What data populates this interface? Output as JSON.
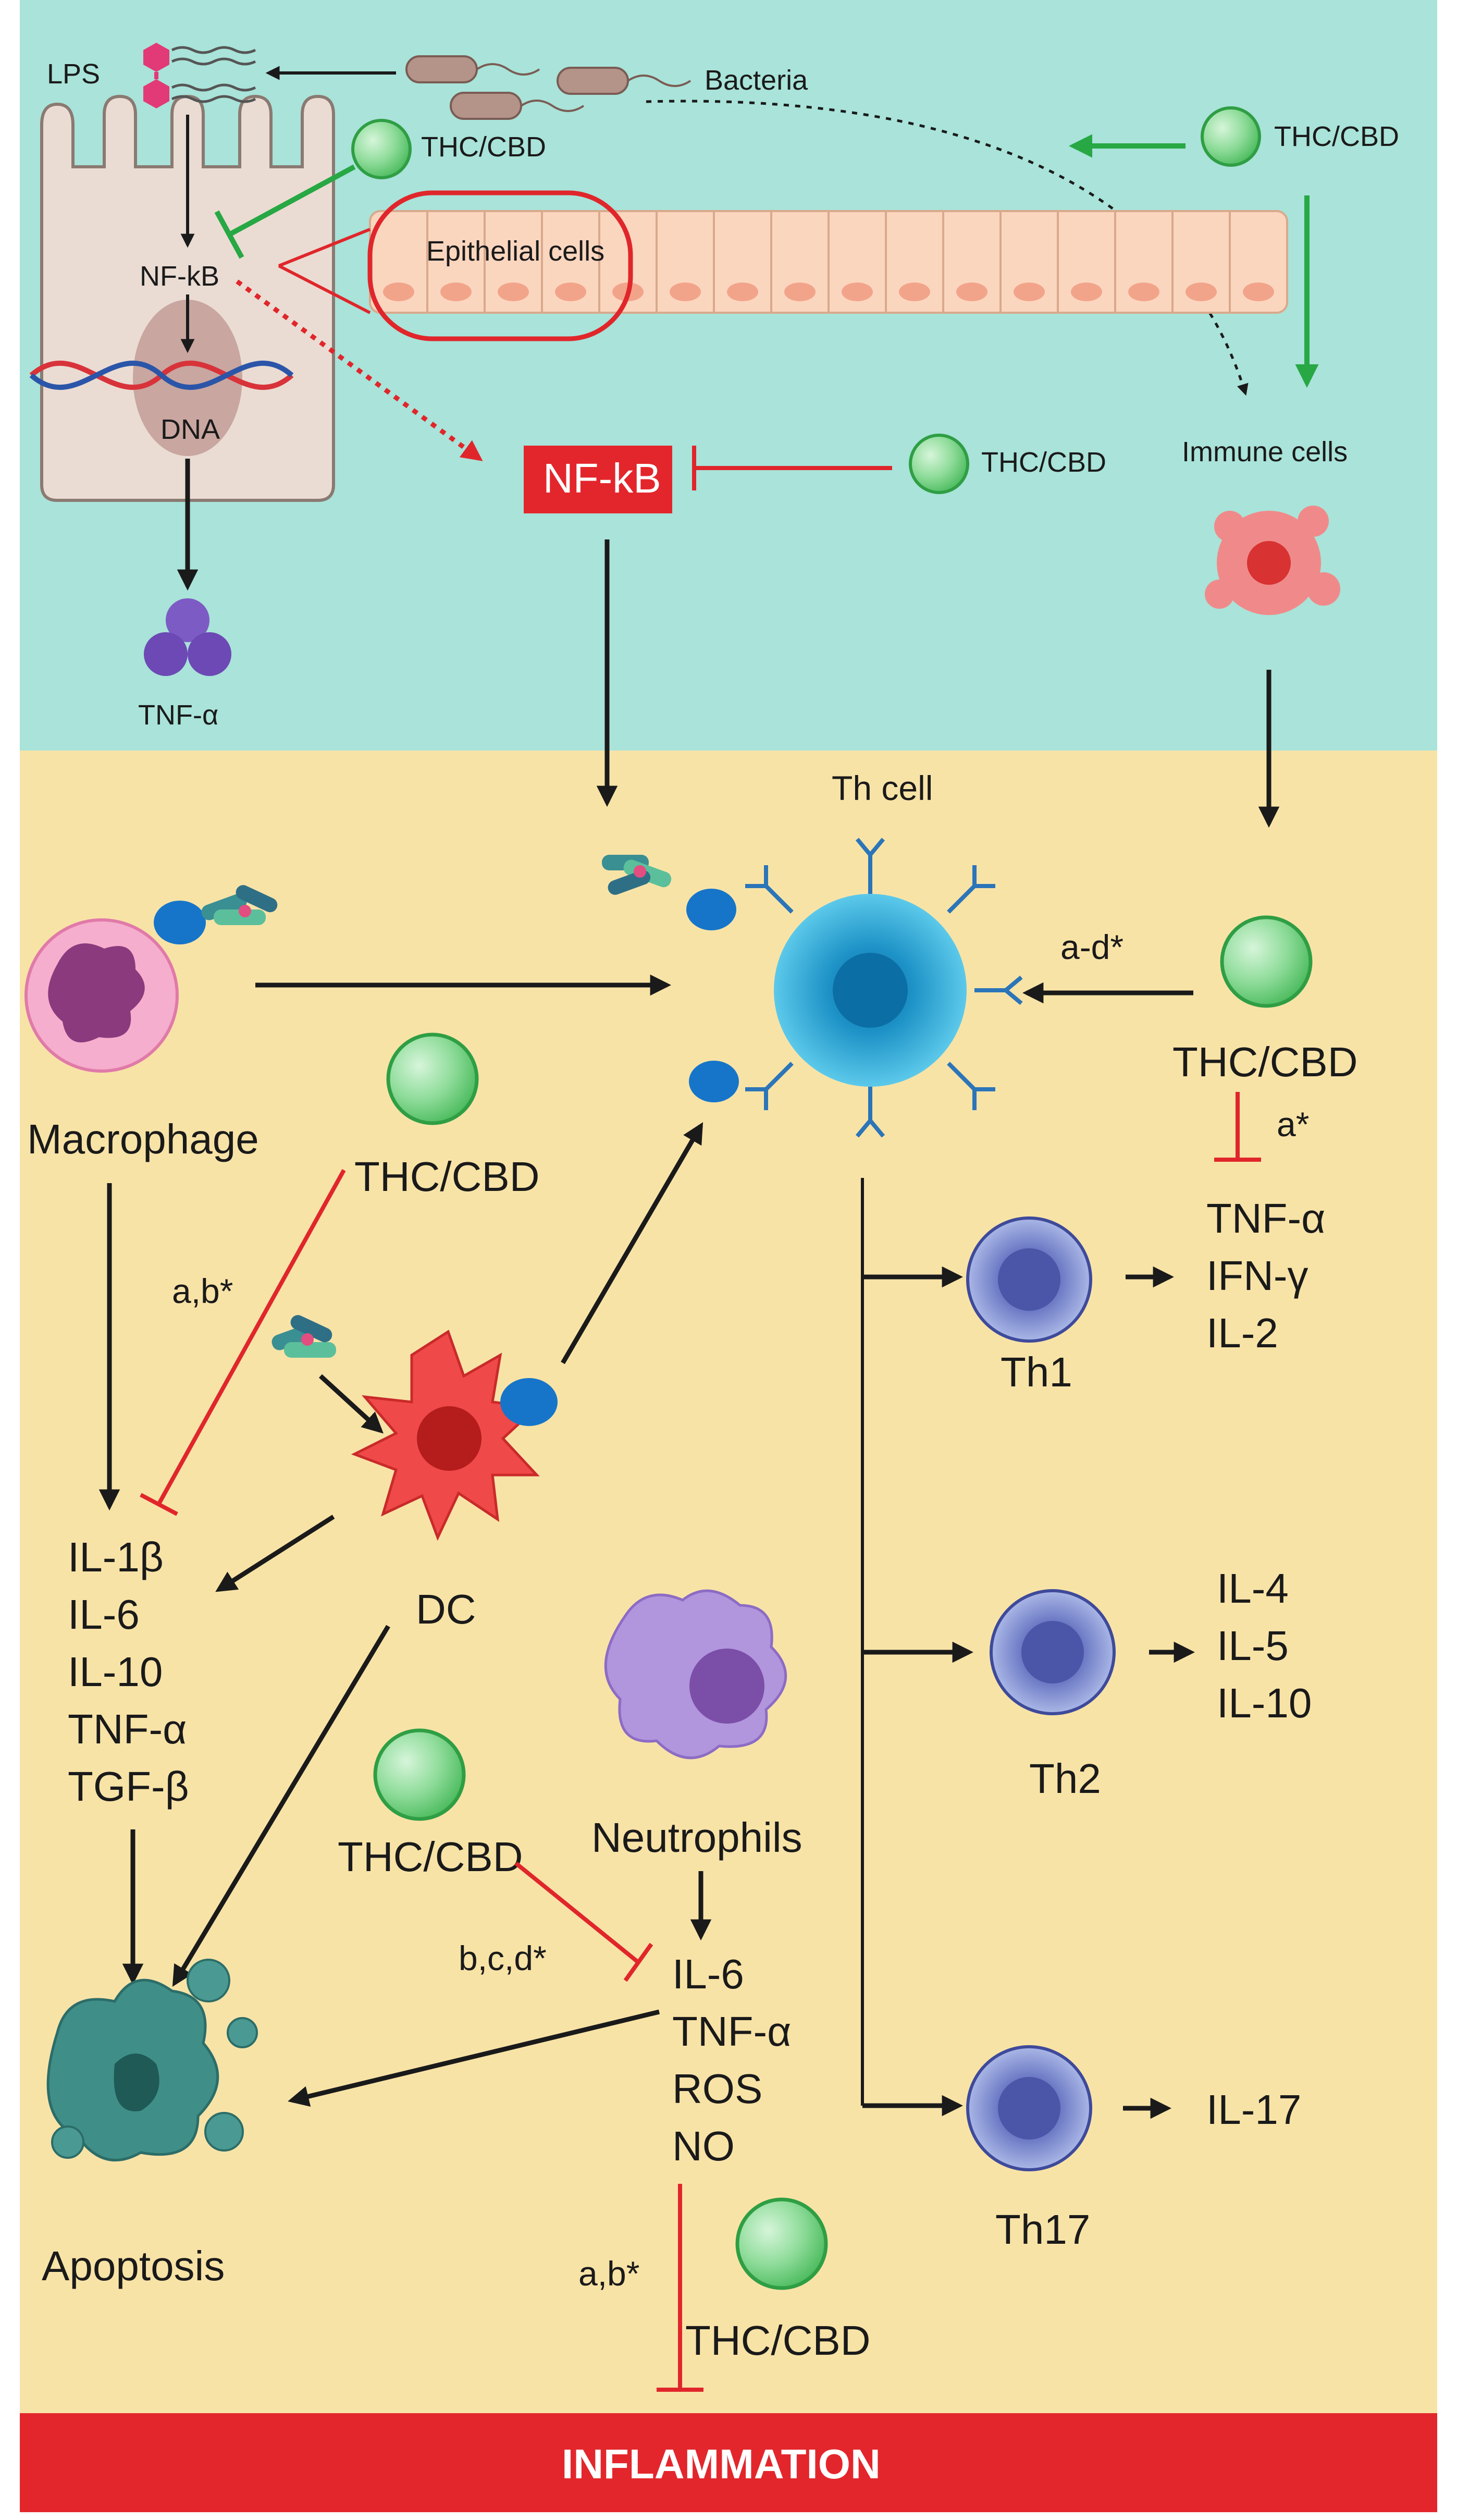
{
  "labels": {
    "lps": "LPS",
    "bacteria": "Bacteria",
    "thc_cbd_1": "THC/CBD",
    "thc_cbd_2": "THC/CBD",
    "thc_cbd_3": "THC/CBD",
    "thc_cbd_4": "THC/CBD",
    "thc_cbd_5": "THC/CBD",
    "thc_cbd_6": "THC/CBD",
    "thc_cbd_7": "THC/CBD",
    "nfkb_small": "NF-kB",
    "nfkb_box": "NF-kB",
    "dna": "DNA",
    "tnf_alpha_top": "TNF-α",
    "epithelial_cells": "Epithelial cells",
    "immune_cells": "Immune cells",
    "th_cell": "Th cell",
    "macrophage": "Macrophage",
    "dc": "DC",
    "neutrophils": "Neutrophils",
    "apoptosis": "Apoptosis",
    "th1": "Th1",
    "th2": "Th2",
    "th17": "Th17",
    "inflammation": "INFLAMMATION",
    "annot_ad": "a-d*",
    "annot_a": "a*",
    "annot_ab_1": "a,b*",
    "annot_bcd": "b,c,d*",
    "annot_ab_2": "a,b*"
  },
  "lists": {
    "th1_cytokines": [
      "TNF-α",
      "IFN-γ",
      "IL-2"
    ],
    "th2_cytokines": [
      "IL-4",
      "IL-5",
      "IL-10"
    ],
    "th17_cytokines": [
      "IL-17"
    ],
    "macrophage_cytokines": [
      "IL-1β",
      "IL-6",
      "IL-10",
      "TNF-α",
      "TGF-β"
    ],
    "neutrophil_products": [
      "IL-6",
      "TNF-α",
      "ROS",
      "NO"
    ]
  },
  "colors": {
    "top_panel": "#a9e3d9",
    "bottom_panel": "#f8e3a7",
    "inhibit_red": "#e0262b",
    "promote_green": "#27a844",
    "arrow_black": "#1a1a1a",
    "inflammation_bar": "#e3262c"
  }
}
